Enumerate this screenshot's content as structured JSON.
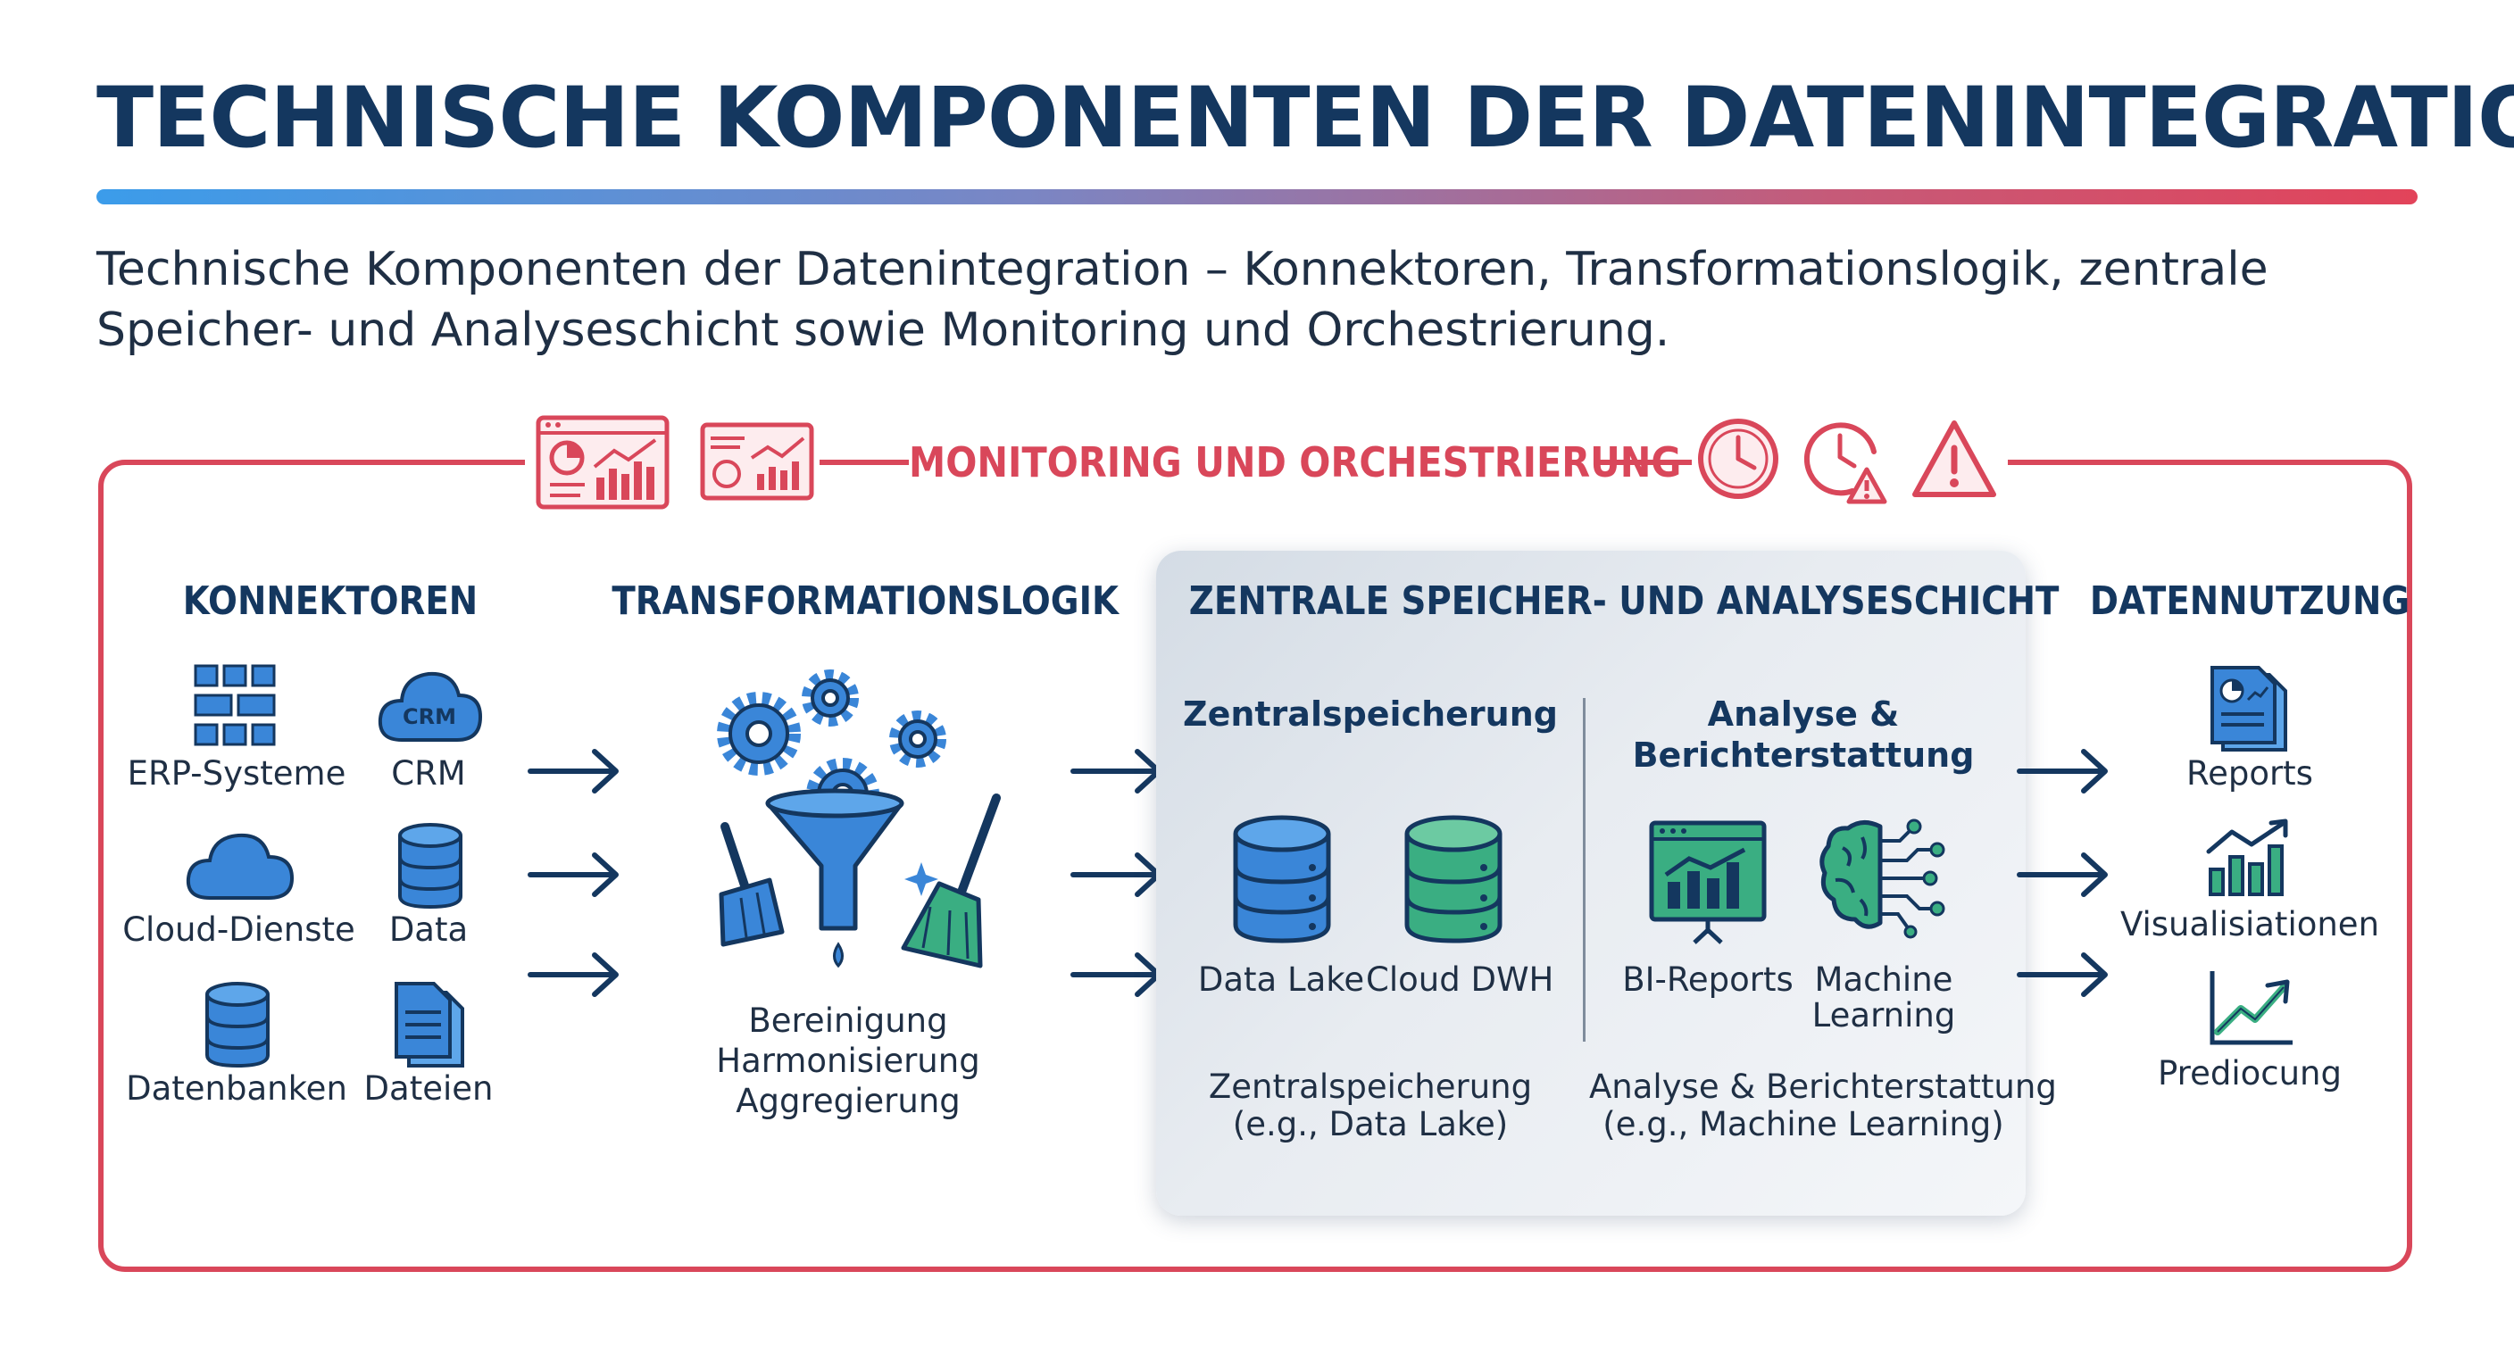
{
  "title": "TECHNISCHE KOMPONENTEN DER DATENINTEGRATION",
  "subtitle": "Technische Komponenten der Datenintegration – Konnektoren, Transformationslogik, zentrale Speicher- und Analyseschicht sowie Monitoring und Orchestrierung.",
  "monitoring": {
    "label": "MONITORING UND ORCHESTRIERUNG",
    "icons": [
      "dashboard-report-icon",
      "analytics-report-icon",
      "clock-icon",
      "clock-alert-icon",
      "warning-icon"
    ]
  },
  "columns": {
    "konnektoren": {
      "heading": "KONNEKTOREN",
      "items": [
        {
          "label": "ERP-Systeme",
          "icon": "erp-grid-icon"
        },
        {
          "label": "CRM",
          "icon": "crm-cloud-icon",
          "icon_text": "CRM"
        },
        {
          "label": "Cloud-Dienste",
          "icon": "cloud-icon"
        },
        {
          "label": "Data",
          "icon": "database-icon"
        },
        {
          "label": "Datenbanken",
          "icon": "database-icon"
        },
        {
          "label": "Dateien",
          "icon": "document-icon"
        }
      ]
    },
    "transformation": {
      "heading": "TRANSFORMATIONSLOGIK",
      "steps": [
        "Bereinigung",
        "Harmonisierung",
        "Aggregierung"
      ],
      "icon": "gears-funnel-brooms-icon"
    },
    "speicher": {
      "heading": "ZENTRALE SPEICHER- UND ANALYSESCHICHT",
      "zentral": {
        "heading": "Zentralspeicherung",
        "items": [
          {
            "label": "Data Lake",
            "icon": "database-icon",
            "color": "#3a86d8"
          },
          {
            "label": "Cloud DWH",
            "icon": "database-icon",
            "color": "#3aae82"
          }
        ],
        "caption_line1": "Zentralspeicherung",
        "caption_line2": "(e.g., Data Lake)"
      },
      "analyse": {
        "heading_line1": "Analyse &",
        "heading_line2": "Berichterstattung",
        "items": [
          {
            "label": "BI-Reports",
            "icon": "bi-dashboard-icon"
          },
          {
            "label_line1": "Machine",
            "label_line2": "Learning",
            "icon": "brain-circuit-icon"
          }
        ],
        "caption_line1": "Analyse & Berichterstattung",
        "caption_line2": "(e.g., Machine Learning)"
      }
    },
    "nutzung": {
      "heading": "DATENNUTZUNG",
      "items": [
        {
          "label": "Reports",
          "icon": "report-document-icon"
        },
        {
          "label": "Visualisiationen",
          "icon": "bar-chart-icon"
        },
        {
          "label": "Prediocung",
          "icon": "trend-line-icon"
        }
      ]
    }
  },
  "colors": {
    "title": "#14375f",
    "accent_red": "#d9475a",
    "blue": "#3a86d8",
    "green": "#3aae82",
    "dark": "#1f2f44"
  }
}
